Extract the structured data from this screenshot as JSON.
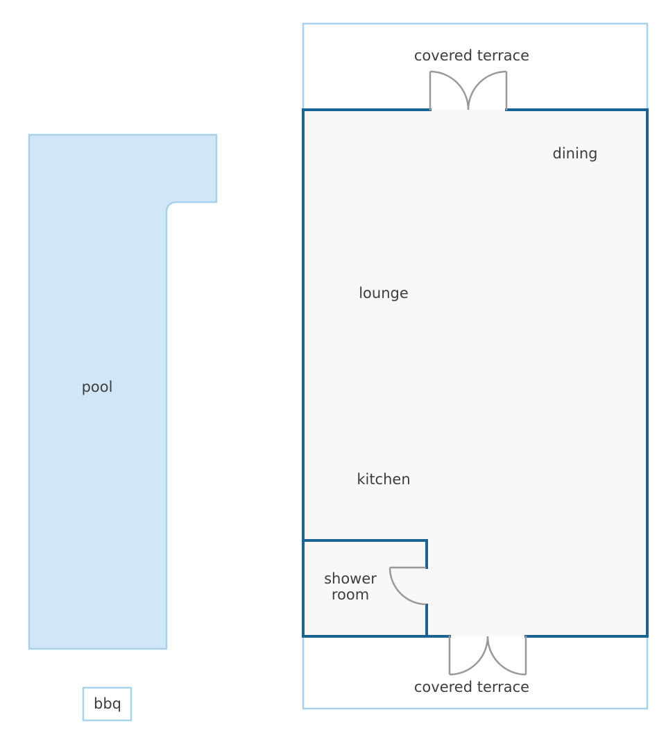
{
  "colors": {
    "background": "#ffffff",
    "pool_fill": "#d1e6f7",
    "pool_outline": "#a8d1eb",
    "terrace_outline": "#a8d1eb",
    "building_fill": "#f8f8f7",
    "building_wall": "#1a6392",
    "door": "#999999",
    "label_text": "#3d3d3d"
  },
  "labels": {
    "terrace_top": "covered terrace",
    "terrace_bottom": "covered terrace",
    "dining": "dining",
    "lounge": "lounge",
    "kitchen": "kitchen",
    "shower_line1": "shower",
    "shower_line2": "room",
    "pool": "pool",
    "bbq": "bbq"
  }
}
